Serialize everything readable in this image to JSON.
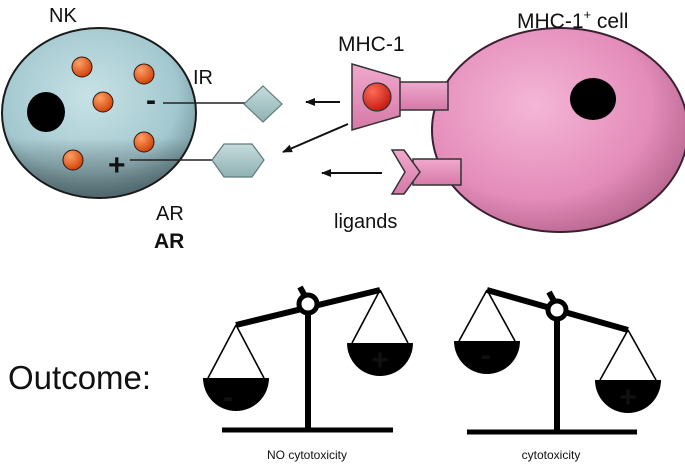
{
  "nk_cell": {
    "label": "NK",
    "inhibitory_receptor": {
      "label": "IR",
      "sign": "-"
    },
    "activating_receptor": {
      "label": "AR",
      "label_bold": "AR",
      "sign": "+"
    }
  },
  "target_cell": {
    "label_prefix": "MHC-1",
    "label_superscript": "+",
    "label_suffix": " cell",
    "mhc_label": "MHC-1",
    "ligands_label": "ligands"
  },
  "outcome": {
    "label": "Outcome:",
    "scale_left": {
      "pan_left_sign": "-",
      "pan_right_sign": "+",
      "caption": "NO cytotoxicity"
    },
    "scale_right": {
      "pan_left_sign": "-",
      "pan_right_sign": "+",
      "caption": "cytotoxicity"
    }
  },
  "colors": {
    "nk_fill": "#a9cdd4",
    "target_fill": "#e890bf",
    "mhc_fill": "#e890bf",
    "mhc_peptide": "#e53935",
    "granule": "#e8601c",
    "receptor_fill": "#a7c7c9"
  }
}
